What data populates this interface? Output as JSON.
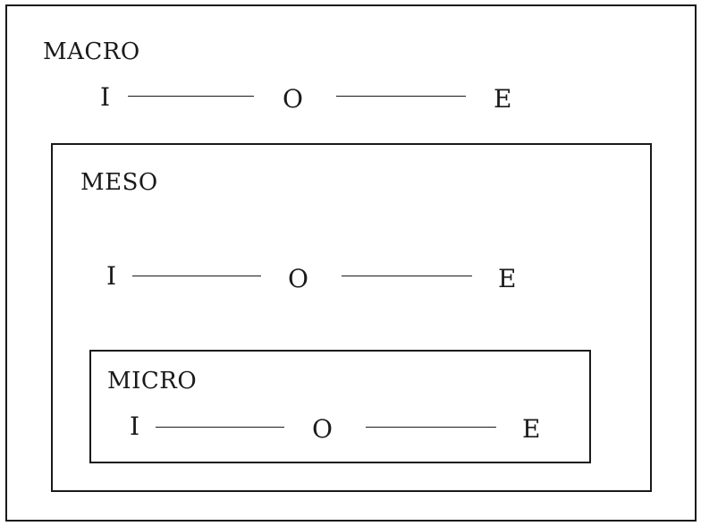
{
  "levels": {
    "macro": {
      "label": "MACRO",
      "input": "I",
      "output": "O",
      "effect": "E"
    },
    "meso": {
      "label": "MESO",
      "input": "I",
      "output": "O",
      "effect": "E"
    },
    "micro": {
      "label": "MICRO",
      "input": "I",
      "output": "O",
      "effect": "E"
    }
  }
}
